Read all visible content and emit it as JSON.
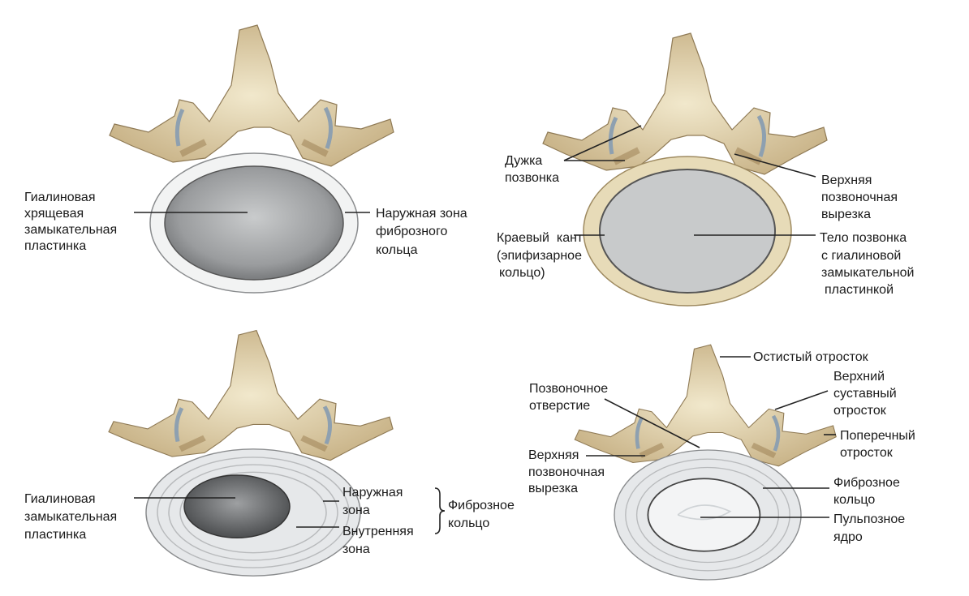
{
  "panels": {
    "top_left": {
      "hyaline_cartilage_plate": [
        "Гиалиновая",
        "хрящевая",
        "замыкательная",
        "пластинка"
      ],
      "outer_zone": [
        "Наружная зона",
        "фиброзного",
        "кольца"
      ]
    },
    "top_right": {
      "vertebral_arch": [
        "Дужка",
        "позвонка"
      ],
      "superior_notch": [
        "Верхняя",
        "позвоночная",
        "вырезка"
      ],
      "epiphyseal_ring": [
        "Краевый  кант",
        "(эпифизарное",
        "кольцо)"
      ],
      "vertebral_body": [
        "Тело позвонка",
        "с гиалиновой",
        "замыкательной",
        "пластинкой"
      ]
    },
    "bottom_left": {
      "hyaline_plate": [
        "Гиалиновая",
        "замыкательная",
        "пластинка"
      ],
      "outer_zone": [
        "Наружная",
        "зона"
      ],
      "inner_zone": [
        "Внутренняя",
        "зона"
      ],
      "annulus": [
        "Фиброзное",
        "кольцо"
      ]
    },
    "bottom_right": {
      "spinous_process": [
        "Остистый отросток"
      ],
      "vertebral_foramen": [
        "Позвоночное",
        "отверстие"
      ],
      "superior_articular": [
        "Верхний",
        "суставный",
        "отросток"
      ],
      "transverse_process": [
        "Поперечный",
        "отросток"
      ],
      "superior_notch": [
        "Верхняя",
        "позвоночная",
        "вырезка"
      ],
      "annulus": [
        "Фиброзное",
        "кольцо"
      ],
      "nucleus": [
        "Пульпозное",
        "ядро"
      ]
    }
  },
  "colors": {
    "bone": "#e8dcb8",
    "bone_dark": "#b89a6a",
    "disc": "#e4e6e8",
    "plate": "#a9acae"
  }
}
